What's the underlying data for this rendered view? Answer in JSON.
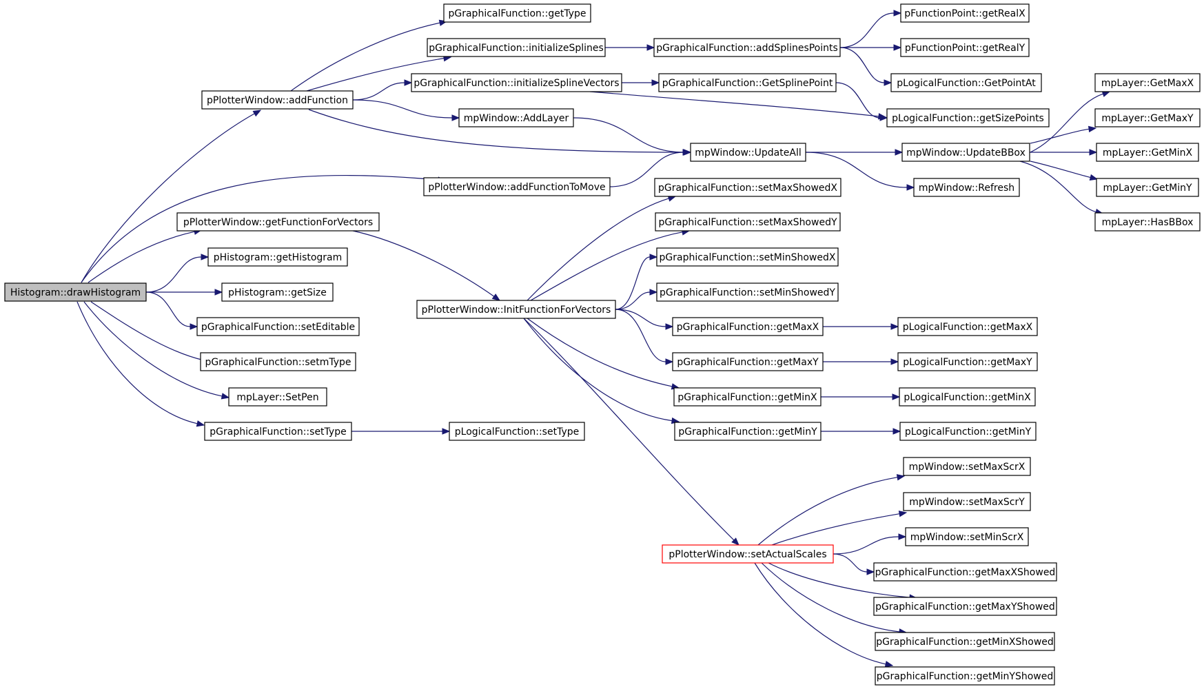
{
  "nodes": [
    {
      "id": "n0",
      "label": "Histogram::drawHistogram",
      "style": "root"
    },
    {
      "id": "n1",
      "label": "pPlotterWindow::addFunction"
    },
    {
      "id": "n2",
      "label": "pPlotterWindow::addFunctionToMove"
    },
    {
      "id": "n3",
      "label": "pPlotterWindow::getFunctionForVectors"
    },
    {
      "id": "n4",
      "label": "pHistogram::getHistogram"
    },
    {
      "id": "n5",
      "label": "pHistogram::getSize"
    },
    {
      "id": "n6",
      "label": "pGraphicalFunction::setEditable"
    },
    {
      "id": "n7",
      "label": "pGraphicalFunction::setmType"
    },
    {
      "id": "n8",
      "label": "mpLayer::SetPen"
    },
    {
      "id": "n9",
      "label": "pGraphicalFunction::setType"
    },
    {
      "id": "n10",
      "label": "pGraphicalFunction::getType"
    },
    {
      "id": "n11",
      "label": "pGraphicalFunction::initializeSplines"
    },
    {
      "id": "n12",
      "label": "pGraphicalFunction::initializeSplineVectors"
    },
    {
      "id": "n13",
      "label": "mpWindow::AddLayer"
    },
    {
      "id": "n14",
      "label": "mpWindow::UpdateAll"
    },
    {
      "id": "n15",
      "label": "pPlotterWindow::InitFunctionForVectors"
    },
    {
      "id": "n16",
      "label": "pLogicalFunction::setType"
    },
    {
      "id": "n17",
      "label": "pGraphicalFunction::addSplinesPoints"
    },
    {
      "id": "n18",
      "label": "pGraphicalFunction::GetSplinePoint"
    },
    {
      "id": "n19",
      "label": "pGraphicalFunction::setMaxShowedX"
    },
    {
      "id": "n20",
      "label": "pGraphicalFunction::setMaxShowedY"
    },
    {
      "id": "n21",
      "label": "pGraphicalFunction::setMinShowedX"
    },
    {
      "id": "n22",
      "label": "pGraphicalFunction::setMinShowedY"
    },
    {
      "id": "n23",
      "label": "pGraphicalFunction::getMaxX"
    },
    {
      "id": "n24",
      "label": "pGraphicalFunction::getMaxY"
    },
    {
      "id": "n25",
      "label": "pGraphicalFunction::getMinX"
    },
    {
      "id": "n26",
      "label": "pGraphicalFunction::getMinY"
    },
    {
      "id": "n27",
      "label": "pPlotterWindow::setActualScales",
      "style": "highlight"
    },
    {
      "id": "n28",
      "label": "pFunctionPoint::getRealX"
    },
    {
      "id": "n29",
      "label": "pFunctionPoint::getRealY"
    },
    {
      "id": "n30",
      "label": "pLogicalFunction::GetPointAt"
    },
    {
      "id": "n31",
      "label": "pLogicalFunction::getSizePoints"
    },
    {
      "id": "n32",
      "label": "mpWindow::UpdateBBox"
    },
    {
      "id": "n33",
      "label": "mpWindow::Refresh"
    },
    {
      "id": "n34",
      "label": "pLogicalFunction::getMaxX"
    },
    {
      "id": "n35",
      "label": "pLogicalFunction::getMaxY"
    },
    {
      "id": "n36",
      "label": "pLogicalFunction::getMinX"
    },
    {
      "id": "n37",
      "label": "pLogicalFunction::getMinY"
    },
    {
      "id": "n38",
      "label": "mpWindow::setMaxScrX"
    },
    {
      "id": "n39",
      "label": "mpWindow::setMaxScrY"
    },
    {
      "id": "n40",
      "label": "mpWindow::setMinScrX"
    },
    {
      "id": "n41",
      "label": "pGraphicalFunction::getMaxXShowed"
    },
    {
      "id": "n42",
      "label": "pGraphicalFunction::getMaxYShowed"
    },
    {
      "id": "n43",
      "label": "pGraphicalFunction::getMinXShowed"
    },
    {
      "id": "n44",
      "label": "pGraphicalFunction::getMinYShowed"
    },
    {
      "id": "n45",
      "label": "mpLayer::GetMaxX"
    },
    {
      "id": "n46",
      "label": "mpLayer::GetMaxY"
    },
    {
      "id": "n47",
      "label": "mpLayer::GetMinX"
    },
    {
      "id": "n48",
      "label": "mpLayer::GetMinY"
    },
    {
      "id": "n49",
      "label": "mpLayer::HasBBox"
    }
  ],
  "edges": [
    [
      "n0",
      "n1"
    ],
    [
      "n0",
      "n2"
    ],
    [
      "n0",
      "n3"
    ],
    [
      "n0",
      "n4"
    ],
    [
      "n0",
      "n5"
    ],
    [
      "n0",
      "n6"
    ],
    [
      "n0",
      "n7"
    ],
    [
      "n0",
      "n8"
    ],
    [
      "n0",
      "n9"
    ],
    [
      "n1",
      "n10"
    ],
    [
      "n1",
      "n11"
    ],
    [
      "n1",
      "n12"
    ],
    [
      "n1",
      "n13"
    ],
    [
      "n1",
      "n14"
    ],
    [
      "n2",
      "n14"
    ],
    [
      "n3",
      "n15"
    ],
    [
      "n9",
      "n16"
    ],
    [
      "n11",
      "n17"
    ],
    [
      "n12",
      "n18"
    ],
    [
      "n12",
      "n31"
    ],
    [
      "n13",
      "n14"
    ],
    [
      "n14",
      "n32"
    ],
    [
      "n14",
      "n33"
    ],
    [
      "n17",
      "n28"
    ],
    [
      "n17",
      "n29"
    ],
    [
      "n17",
      "n30"
    ],
    [
      "n18",
      "n31"
    ],
    [
      "n15",
      "n19"
    ],
    [
      "n15",
      "n20"
    ],
    [
      "n15",
      "n21"
    ],
    [
      "n15",
      "n22"
    ],
    [
      "n15",
      "n23"
    ],
    [
      "n15",
      "n24"
    ],
    [
      "n15",
      "n25"
    ],
    [
      "n15",
      "n26"
    ],
    [
      "n15",
      "n27"
    ],
    [
      "n23",
      "n34"
    ],
    [
      "n24",
      "n35"
    ],
    [
      "n25",
      "n36"
    ],
    [
      "n26",
      "n37"
    ],
    [
      "n27",
      "n38"
    ],
    [
      "n27",
      "n39"
    ],
    [
      "n27",
      "n40"
    ],
    [
      "n27",
      "n41"
    ],
    [
      "n27",
      "n42"
    ],
    [
      "n27",
      "n43"
    ],
    [
      "n27",
      "n44"
    ],
    [
      "n32",
      "n45"
    ],
    [
      "n32",
      "n46"
    ],
    [
      "n32",
      "n47"
    ],
    [
      "n32",
      "n48"
    ],
    [
      "n32",
      "n49"
    ]
  ]
}
